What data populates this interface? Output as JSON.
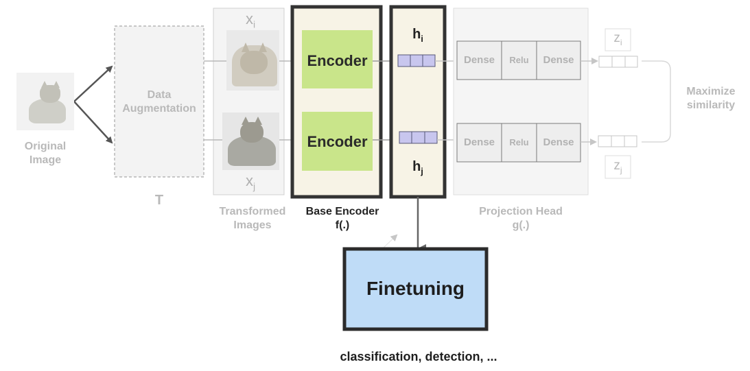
{
  "original_image": {
    "label_line1": "Original",
    "label_line2": "Image"
  },
  "augmentation": {
    "label_line1": "Data",
    "label_line2": "Augmentation",
    "symbol": "T"
  },
  "transformed": {
    "xi": "x",
    "xi_sub": "i",
    "xj": "x",
    "xj_sub": "j",
    "label_line1": "Transformed",
    "label_line2": "Images"
  },
  "base_encoder": {
    "encoder_top": "Encoder",
    "encoder_bottom": "Encoder",
    "label_line1": "Base Encoder",
    "label_line2": "f(.)"
  },
  "representation": {
    "hi": "h",
    "hi_sub": "i",
    "hj": "h",
    "hj_sub": "j"
  },
  "projection_head": {
    "top_layers": [
      "Dense",
      "Relu",
      "Dense"
    ],
    "bottom_layers": [
      "Dense",
      "Relu",
      "Dense"
    ],
    "label_line1": "Projection Head",
    "label_line2": "g(.)"
  },
  "outputs": {
    "zi": "z",
    "zi_sub": "i",
    "zj": "z",
    "zj_sub": "j"
  },
  "similarity": {
    "label_line1": "Maximize",
    "label_line2": "similarity"
  },
  "finetuning": {
    "label": "Finetuning",
    "tasks": "classification, detection, ..."
  },
  "colors": {
    "encoder_fill": "#c9e58a",
    "panel_fill": "#f7f3e6",
    "vector_fill": "#c8c6ee",
    "finetune_fill": "#bfdcf7",
    "faded_text": "#b9b9b9"
  }
}
